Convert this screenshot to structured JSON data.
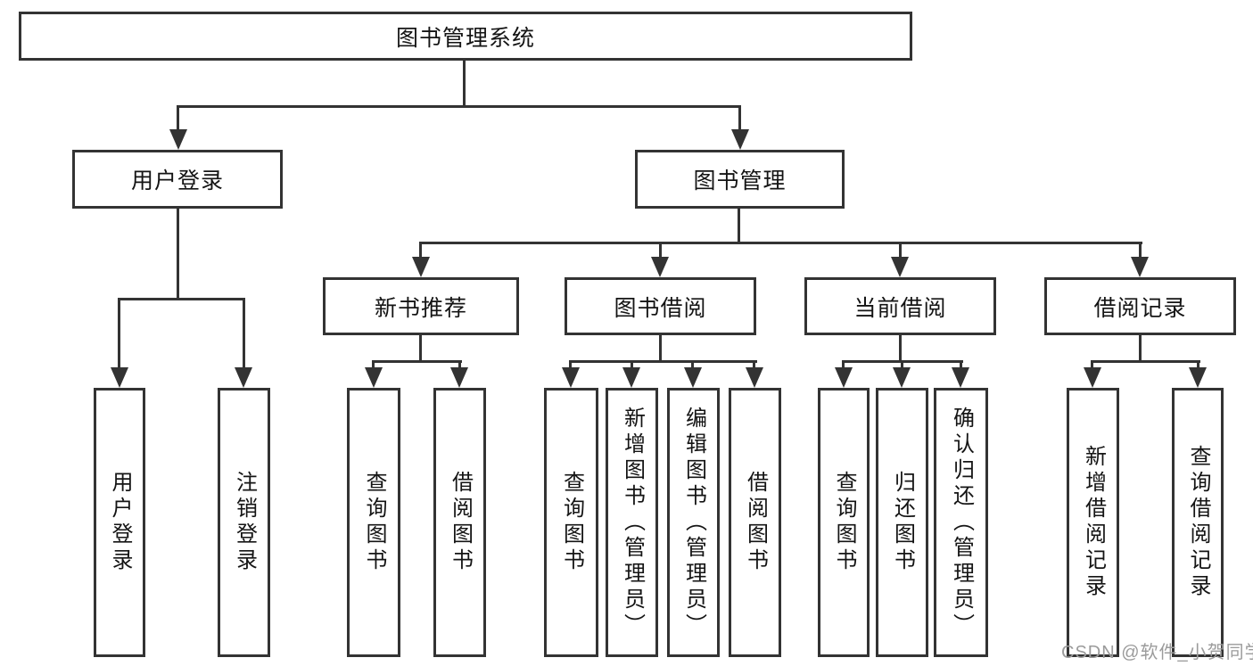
{
  "diagram": {
    "type": "hierarchy-tree",
    "tree": {
      "root": "图书管理系统",
      "level2": [
        {
          "label": "用户登录",
          "children": [
            "用户登录",
            "注销登录"
          ]
        },
        {
          "label": "图书管理",
          "sections": [
            {
              "label": "新书推荐",
              "children": [
                "查询图书",
                "借阅图书"
              ]
            },
            {
              "label": "图书借阅",
              "children": [
                "查询图书",
                "新增图书（管理员）",
                "编辑图书（管理员）",
                "借阅图书"
              ]
            },
            {
              "label": "当前借阅",
              "children": [
                "查询图书",
                "归还图书",
                "确认归还（管理员）"
              ]
            },
            {
              "label": "借阅记录",
              "children": [
                "新增借阅记录",
                "查询借阅记录"
              ]
            }
          ]
        }
      ]
    },
    "colors": {
      "line": "#333333",
      "text": "#141414",
      "background": "#ffffff",
      "watermark": "#9b9b9b"
    }
  },
  "watermark": {
    "text": "CSDN @软件_小贺同学"
  }
}
